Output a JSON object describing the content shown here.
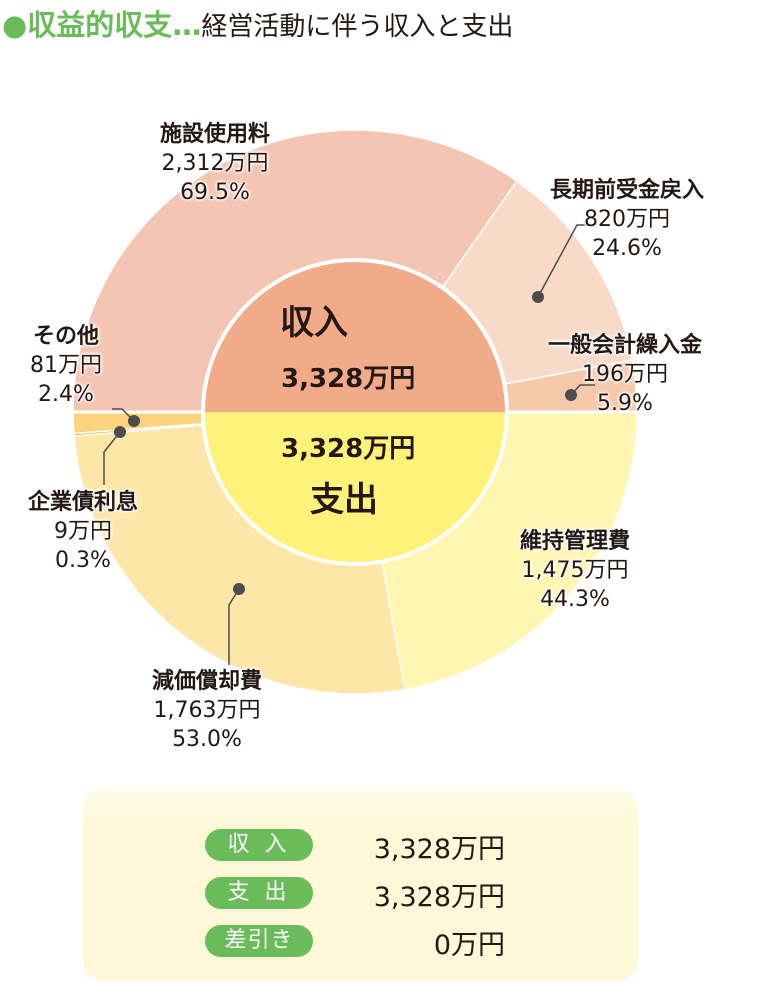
{
  "title": {
    "main": "●収益的収支",
    "dots": "…",
    "sub": "経営活動に伴う収入と支出"
  },
  "center": {
    "income_label": "収入",
    "income_value": "3,328万円",
    "expense_value": "3,328万円",
    "expense_label": "支出"
  },
  "chart_data": {
    "type": "pie",
    "title": "収益的収支",
    "series": [
      {
        "name": "収入",
        "total": "3,328万円",
        "slices": [
          {
            "label": "施設使用料",
            "value": 2312,
            "value_text": "2,312万円",
            "percent": 69.5,
            "percent_text": "69.5%",
            "color": "#f5c5b3"
          },
          {
            "label": "長期前受金戻入",
            "value": 820,
            "value_text": "820万円",
            "percent": 24.6,
            "percent_text": "24.6%",
            "color": "#f9dac9"
          },
          {
            "label": "一般会計繰入金",
            "value": 196,
            "value_text": "196万円",
            "percent": 5.9,
            "percent_text": "5.9%",
            "color": "#f6c9aa"
          }
        ]
      },
      {
        "name": "支出",
        "total": "3,328万円",
        "slices": [
          {
            "label": "維持管理費",
            "value": 1475,
            "value_text": "1,475万円",
            "percent": 44.3,
            "percent_text": "44.3%",
            "color": "#fff6b2"
          },
          {
            "label": "減価償却費",
            "value": 1763,
            "value_text": "1,763万円",
            "percent": 53.0,
            "percent_text": "53.0%",
            "color": "#fee6a9"
          },
          {
            "label": "企業債利息",
            "value": 9,
            "value_text": "9万円",
            "percent": 0.3,
            "percent_text": "0.3%",
            "color": "#f0a400"
          },
          {
            "label": "その他",
            "value": 81,
            "value_text": "81万円",
            "percent": 2.4,
            "percent_text": "2.4%",
            "color": "#fbd47c"
          }
        ]
      }
    ],
    "inner_colors": {
      "income": "#f2ab89",
      "expense": "#fff27a"
    }
  },
  "summary": [
    {
      "label": "収 入",
      "value": "3,328万円"
    },
    {
      "label": "支 出",
      "value": "3,328万円"
    },
    {
      "label": "差引き",
      "value": "0万円"
    }
  ]
}
